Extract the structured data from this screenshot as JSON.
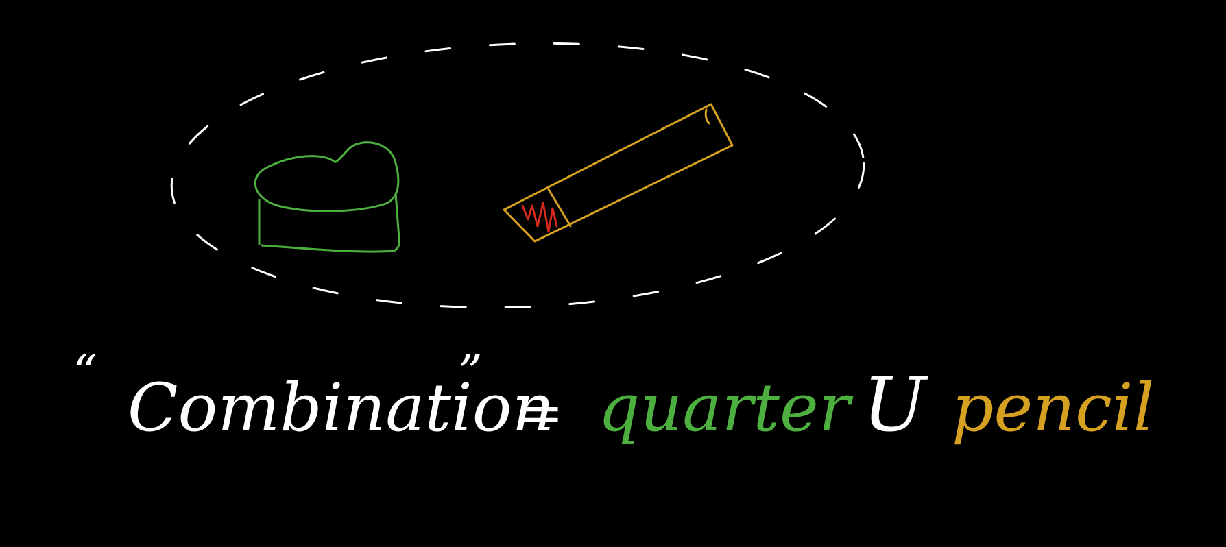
{
  "colors": {
    "background": "#000000",
    "chalk_white": "#ffffff",
    "quarter_green": "#4caf3f",
    "pencil_gold": "#d6a021",
    "eraser_red": "#d42a1e"
  },
  "icons": {
    "quarter": "quarter-coin-icon",
    "pencil": "pencil-icon",
    "union": "union-symbol"
  },
  "equation": {
    "open_quote": "“",
    "word": "Combination",
    "close_quote": "”",
    "equals": "=",
    "left_term": "quarter",
    "operator": "U",
    "right_term": "pencil"
  }
}
